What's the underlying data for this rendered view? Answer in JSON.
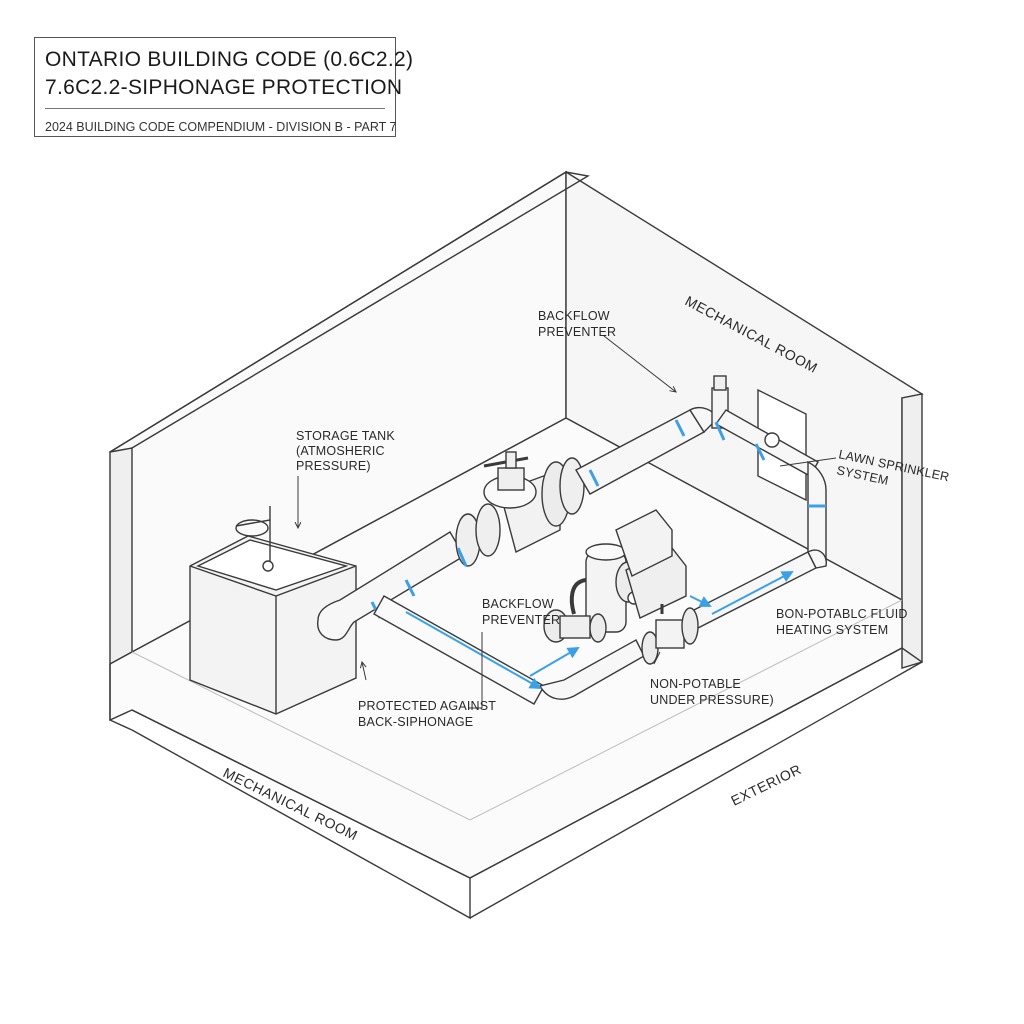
{
  "title_block": {
    "line1": "ONTARIO BUILDING CODE (0.6C2.2)",
    "line2": "7.6C2.2-SIPHONAGE PROTECTION",
    "subtitle": "2024 BUILDING CODE COMPENDIUM - DIVISION B - PART 7"
  },
  "labels": {
    "storage_tank_1": "STORAGE TANK",
    "storage_tank_2": "(ATMOSHERIC",
    "storage_tank_3": "PRESSURE)",
    "backflow_top_1": "BACKFLOW",
    "backflow_top_2": "PREVENTER",
    "mechanical_room_top": "MECHANICAL ROOM",
    "lawn_1": "LAWN SPRINKLER",
    "lawn_2": "SYSTEM",
    "backflow_mid_1": "BACKFLOW",
    "backflow_mid_2": "PREVENTER",
    "heating_1": "BON-POTABLC FLUID",
    "heating_2": "HEATING SYSTEM",
    "nonpotable_1": "NON-POTABLE",
    "nonpotable_2": "UNDER PRESSURE)",
    "protected_1": "PROTECTED AGAINST",
    "protected_2": "BACK-SIPHONAGE",
    "mechanical_room_floor": "MECHANICAL ROOM",
    "exterior": "EXTERIOR"
  },
  "colors": {
    "line": "#3a3a3a",
    "pipe_fill": "#f7f7f7",
    "accent": "#3ba0e6",
    "wall_fill": "#f4f4f4"
  }
}
